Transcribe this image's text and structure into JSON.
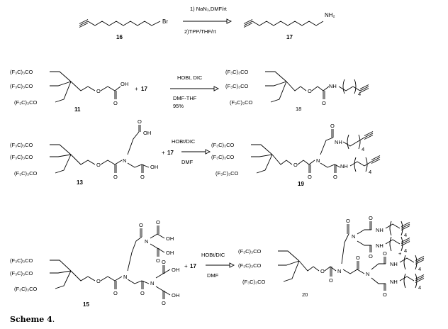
{
  "caption": {
    "label": "Scheme 4",
    "suffix": "."
  },
  "row1": {
    "reagents_top": "1) NaN₃,DMF/rt",
    "reagents_bottom": "2)TPP/THF/rt",
    "start_label": "16",
    "start_group": "Br",
    "product_label": "17",
    "product_group": "NH₂"
  },
  "row2": {
    "start_label": "11",
    "groups": [
      "(F₃C)₃CO",
      "(F₃C)₃CO",
      "(F₃C)₃CO"
    ],
    "acid": "OH",
    "oxy": "O",
    "carbonyl": "O",
    "plus": "+",
    "amine_ref": "17",
    "reagents_top": "HOBt, DIC",
    "reagents_bottom": "DMF-THF",
    "yield": "95%",
    "product_label": "18",
    "nh": "NH",
    "sub": "4"
  },
  "row3": {
    "start_label": "13",
    "groups": [
      "(F₃C)₃CO",
      "(F₃C)₃CO",
      "(F₃C)₃CO"
    ],
    "acid1": "OH",
    "acid2": "OH",
    "o1": "O",
    "o2": "O",
    "o3": "O",
    "oxy": "O",
    "n": "N",
    "plus": "+",
    "amine_ref": "17",
    "reagents_top": "HOBt/DIC",
    "reagents_bottom": "DMF",
    "product_label": "19",
    "nh": "NH",
    "sub": "4"
  },
  "row4": {
    "start_label": "15",
    "groups": [
      "(F₃C)₃CO",
      "(F₃C)₃CO",
      "(F₃C)₃CO"
    ],
    "oh": "OH",
    "o": "O",
    "n": "N",
    "plus": "+",
    "amine_ref": "17",
    "reagents_top": "HOBt/DIC",
    "reagents_bottom": "DMF",
    "product_label": "20",
    "nh": "NH",
    "sub": "4"
  }
}
